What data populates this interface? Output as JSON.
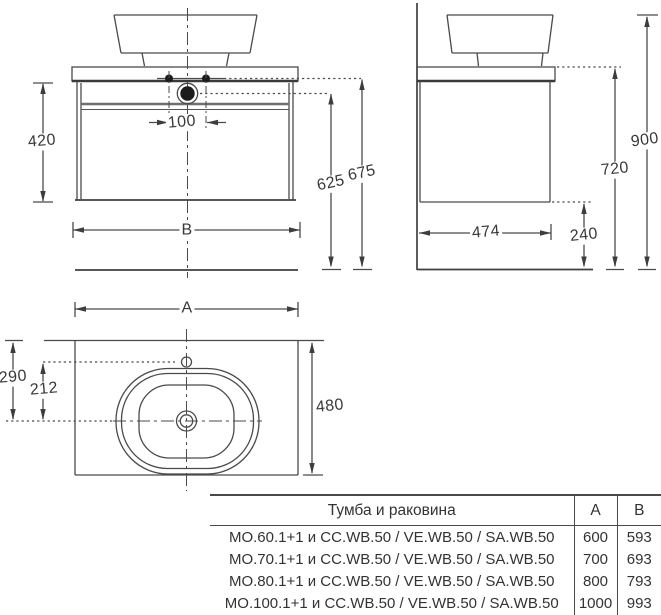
{
  "drawing": {
    "front_view": {
      "cabinet_height": "420",
      "faucet_hole_spacing": "100",
      "outlet_height": "625",
      "counter_dots_height": "675",
      "width_label": "B"
    },
    "side_view": {
      "depth": "474",
      "bottom_clearance": "240",
      "counter_height": "720",
      "basin_top_height": "900"
    },
    "top_view": {
      "width_label": "A",
      "front_edge_to_drain": "290",
      "faucet_hole_to_drain": "212",
      "counter_depth": "480"
    }
  },
  "spec_table": {
    "header": {
      "name": "Тумба и раковина",
      "col_a": "A",
      "col_b": "B"
    },
    "rows": [
      {
        "name": "MO.60.1+1 и CC.WB.50 / VE.WB.50 / SA.WB.50",
        "a": "600",
        "b": "593"
      },
      {
        "name": "MO.70.1+1 и CC.WB.50 / VE.WB.50 / SA.WB.50",
        "a": "700",
        "b": "693"
      },
      {
        "name": "MO.80.1+1 и CC.WB.50 / VE.WB.50 / SA.WB.50",
        "a": "800",
        "b": "793"
      },
      {
        "name": "MO.100.1+1 и CC.WB.50 / VE.WB.50 / SA.WB.50",
        "a": "1000",
        "b": "993"
      }
    ]
  },
  "colors": {
    "line": "#4a4a4a",
    "line_dark": "#3a3a3a",
    "text": "#383838"
  }
}
